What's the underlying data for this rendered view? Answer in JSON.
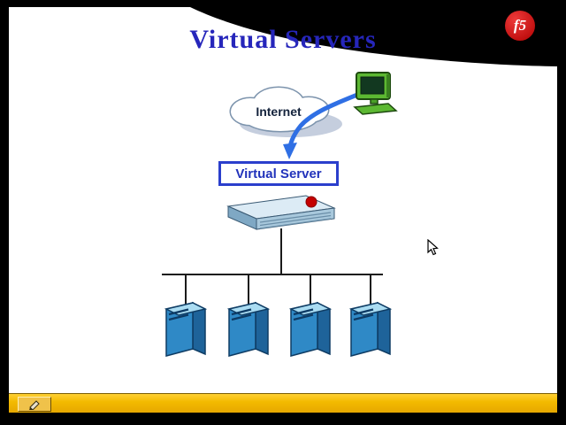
{
  "slide": {
    "title": "Virtual Servers",
    "cloud_label": "Internet",
    "virtual_server_label": "Virtual Server",
    "logo_text": "f5",
    "diagram": {
      "type": "network-topology",
      "server_count": 4
    },
    "colors": {
      "frame_background": "#000000",
      "slide_background": "#ffffff",
      "title_blue": "#2626bb",
      "label_blue": "#2233bb",
      "box_border_blue": "#2b3fcc",
      "arrow_blue": "#2f6fe4",
      "server_blue": "#2f89c6",
      "server_top_blue": "#aadcf2",
      "toolbar_yellow": "#f3ba00",
      "logo_red": "#c40000",
      "computer_green": "#5cb832"
    },
    "icons": {
      "logo": "f5-ball-logo",
      "client": "desktop-computer-icon",
      "cloud": "internet-cloud-shape",
      "pen_tool": "pen-icon",
      "cursor": "arrow-cursor-icon"
    }
  }
}
